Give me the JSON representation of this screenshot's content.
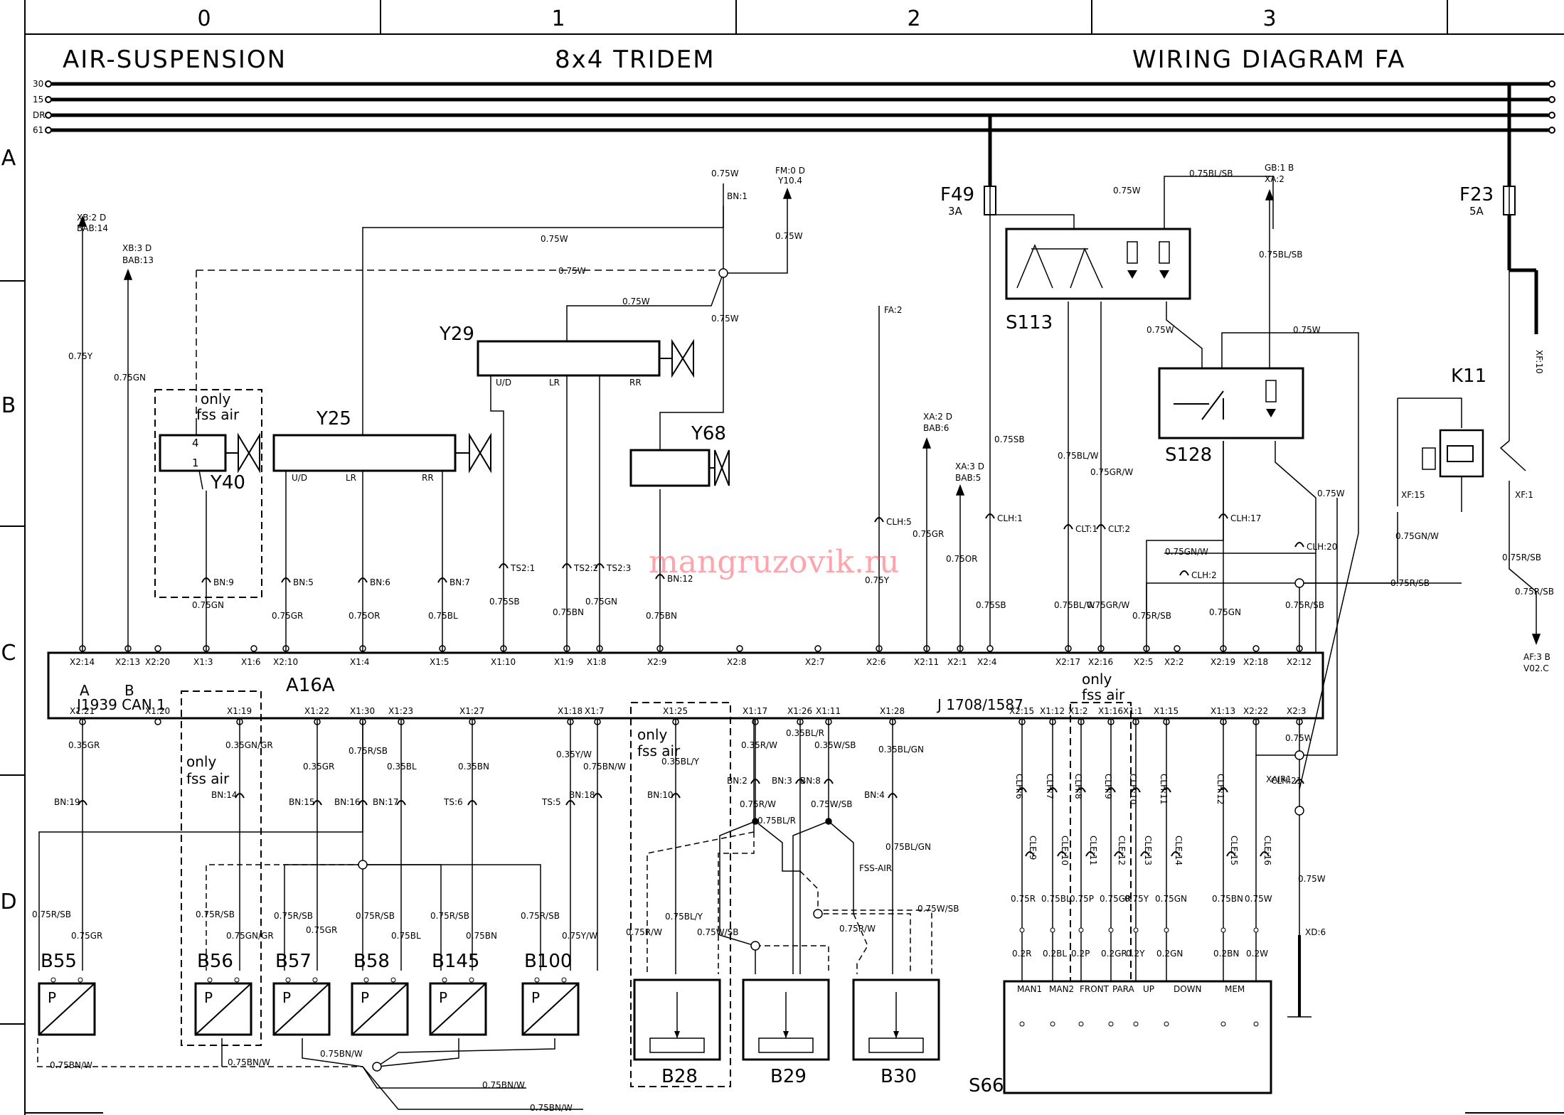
{
  "columns": [
    "0",
    "1",
    "2",
    "3"
  ],
  "rows": [
    "A",
    "B",
    "C",
    "D"
  ],
  "titles": {
    "left": "AIR-SUSPENSION",
    "center": "8x4 TRIDEM",
    "right": "WIRING DIAGRAM FA"
  },
  "rails": [
    "30",
    "15",
    "DR",
    "61"
  ],
  "watermark": "mangruzovik.ru",
  "ecu": {
    "name": "A16A",
    "can": "J1939 CAN 1",
    "bus": "J 1708/1587",
    "sub_a": "A",
    "sub_b": "B"
  },
  "fuses": [
    {
      "name": "F49",
      "rating": "3A"
    },
    {
      "name": "F23",
      "rating": "5A"
    }
  ],
  "components": {
    "y40": "Y40",
    "y25": "Y25",
    "y29": "Y29",
    "y68": "Y68",
    "s113": "S113",
    "s128": "S128",
    "k11": "K11",
    "s66": "S66",
    "b55": "B55",
    "b56": "B56",
    "b57": "B57",
    "b58": "B58",
    "b145": "B145",
    "b100": "B100",
    "b28": "B28",
    "b29": "B29",
    "b30": "B30"
  },
  "notes": {
    "only": "only",
    "fss_air": "fss air"
  },
  "sensor_letter": "P",
  "valve_labels": [
    "U/D",
    "LR",
    "RR"
  ],
  "s66_buttons": [
    "MAN1",
    "MAN2",
    "FRONT",
    "PARA",
    "UP",
    "DOWN",
    "MEM"
  ],
  "top_pins": [
    "X2:14",
    "X2:13",
    "X2:20",
    "X1:3",
    "X1:6",
    "X2:10",
    "X1:4",
    "X1:5",
    "X1:10",
    "X1:9",
    "X1:8",
    "X2:9",
    "X2:8",
    "X2:7",
    "X2:6",
    "X2:11",
    "X2:1",
    "X2:4",
    "X2:17",
    "X2:16",
    "X2:5",
    "X2:2",
    "X2:19",
    "X2:18",
    "X2:12"
  ],
  "bottom_pins": [
    "X1:21",
    "X1:20",
    "X1:19",
    "X1:22",
    "X1:30",
    "X1:23",
    "X1:27",
    "X1:18",
    "X1:7",
    "X1:25",
    "X1:17",
    "X1:26",
    "X1:11",
    "X1:28",
    "X2:15",
    "X1:12",
    "X1:2",
    "X1:16",
    "X1:1",
    "X1:15",
    "X1:13",
    "X2:22",
    "X2:3"
  ],
  "top_wires": [
    "0.75Y",
    "0.75GN",
    "0.75GN",
    "0.75GR",
    "0.75OR",
    "0.75BL",
    "0.75SB",
    "0.75BN",
    "0.75GN",
    "0.75BN",
    "0.75Y",
    "0.75GR",
    "0.75OR",
    "0.75SB",
    "0.75BL/W",
    "0.75GR/W",
    "0.75R/SB",
    "0.75GN",
    "0.75R/SB"
  ],
  "top_connectors": [
    "BN:9",
    "BN:5",
    "BN:6",
    "BN:7",
    "TS2:1",
    "TS2:2",
    "TS2:3",
    "BN:12",
    "CLH:5",
    "CLH:1",
    "CLT:1",
    "CLT:2",
    "CLH:17",
    "CLH:20",
    "CLH:2"
  ],
  "bottom_wires": [
    "0.35GR",
    "0.35GN/GR",
    "0.35GR",
    "0.75R/SB",
    "0.35BL",
    "0.35BN",
    "0.35Y/W",
    "0.75BN/W",
    "0.35BL/Y",
    "0.35R/W",
    "0.35BL/R",
    "0.35W/SB",
    "0.35BL/GN",
    "0.75W"
  ],
  "bottom_connectors": [
    "BN:19",
    "BN:14",
    "BN:15",
    "BN:16",
    "BN:17",
    "TS:6",
    "TS:5",
    "BN:18",
    "BN:10",
    "BN:2",
    "BN:3",
    "BN:8",
    "BN:4",
    "CLH:21"
  ],
  "s66_wires": [
    "0.75R",
    "0.75BL",
    "0.75P",
    "0.75GR",
    "0.75Y",
    "0.75GN",
    "0.75BN",
    "0.75W"
  ],
  "s66_pins": [
    "0.2R",
    "0.2BL",
    "0.2P",
    "0.2GR",
    "0.2Y",
    "0.2GN",
    "0.2BN",
    "0.2W"
  ],
  "s66_connectors": [
    "CLH:6",
    "CLH:7",
    "CLH:8",
    "CLH:9",
    "CLH:10",
    "CLH:11",
    "CLH:12",
    "CLE:9",
    "CLE:10",
    "CLE:11",
    "CLE:12",
    "CLE:13",
    "CLE:14",
    "CLE:15",
    "CLE:16"
  ],
  "refs": {
    "xb2d": "XB:2 D",
    "bab14": "BAB:14",
    "xb3d": "XB:3 D",
    "bab13": "BAB:13",
    "fm0d": "FM:0 D",
    "y104": "Y10.4",
    "fa2": "FA:2",
    "xa2d": "XA:2 D",
    "bab6": "BAB:6",
    "xa3d": "XA:3 D",
    "bab5": "BAB:5",
    "gb1b": "GB:1 B",
    "xa2": "XA:2",
    "xf10": "XF:10",
    "xf15": "XF:15",
    "xf1": "XF:1",
    "af3b": "AF:3 B",
    "v02c": "V02.C",
    "xd6": "XD:6",
    "xair1": "XAIR1",
    "bn1": "BN:1",
    "fss_air": "FSS-AIR"
  },
  "misc_wires": {
    "w075": "0.75W",
    "w075bl_sb": "0.75BL/SB",
    "w075sb": "0.75SB",
    "w075gn_w": "0.75GN/W",
    "w075r_sb": "0.75R/SB",
    "w075bl_w": "0.75BL/W",
    "w075gr_w": "0.75GR/W",
    "w075r_w": "0.75R/W",
    "w075bl_r": "0.75BL/R",
    "w075w_sb": "0.75W/SB",
    "w075bn_w": "0.75BN/W",
    "w075bl_y": "0.75BL/Y",
    "w075bl_gn": "0.75BL/GN",
    "w075gn_gr": "0.75GN/GR",
    "w075y_w": "0.75Y/W",
    "w075bn": "0.75BN",
    "w075bl": "0.75BL",
    "w075gr": "0.75GR"
  }
}
